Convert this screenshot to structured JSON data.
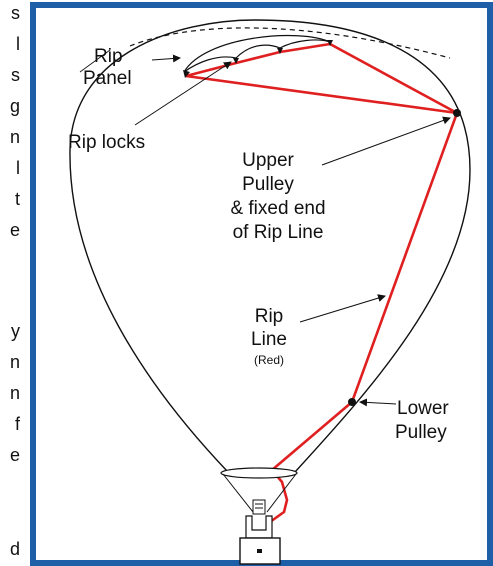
{
  "left_column_fragments": [
    "s",
    "l",
    "s",
    "g",
    "n",
    "l",
    "t",
    "e",
    "y",
    "n",
    "n",
    "f",
    "e",
    "d"
  ],
  "labels": {
    "rip_panel_1": "Rip",
    "rip_panel_2": "Panel",
    "rip_locks": "Rip locks",
    "upper_pulley_1": "Upper",
    "upper_pulley_2": "Pulley",
    "upper_pulley_3": "& fixed end",
    "upper_pulley_4": "of Rip Line",
    "rip_line_1": "Rip",
    "rip_line_2": "Line",
    "rip_line_3": "(Red)",
    "lower_pulley_1": "Lower",
    "lower_pulley_2": "Pulley"
  },
  "colors": {
    "frame_border": "#1f5fa8",
    "rip_line": "#e02020",
    "outline": "#111111"
  }
}
